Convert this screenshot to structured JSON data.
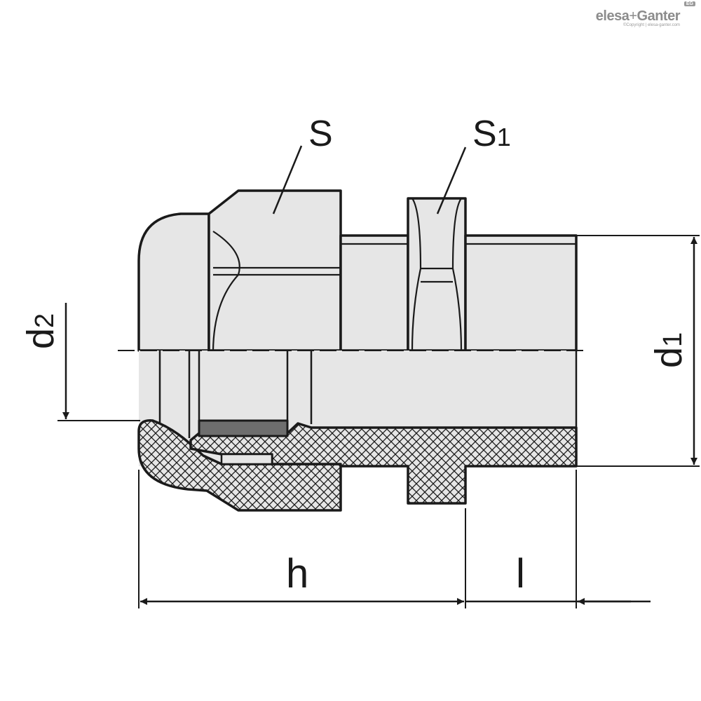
{
  "brand": {
    "badge": "EG",
    "name_left": "elesa",
    "name_plus": "+",
    "name_right": "Ganter",
    "copyright": "©Copyright | elesa-ganter.com"
  },
  "labels": {
    "s": "S",
    "s1_main": "S",
    "s1_sub": "1",
    "d1_main": "d",
    "d1_sub": "1",
    "d2_main": "d",
    "d2_sub": "2",
    "h": "h",
    "l": "l"
  },
  "colors": {
    "body_fill": "#e6e6e6",
    "outline": "#1a1a1a",
    "seal_fill": "#6e6e6e"
  }
}
